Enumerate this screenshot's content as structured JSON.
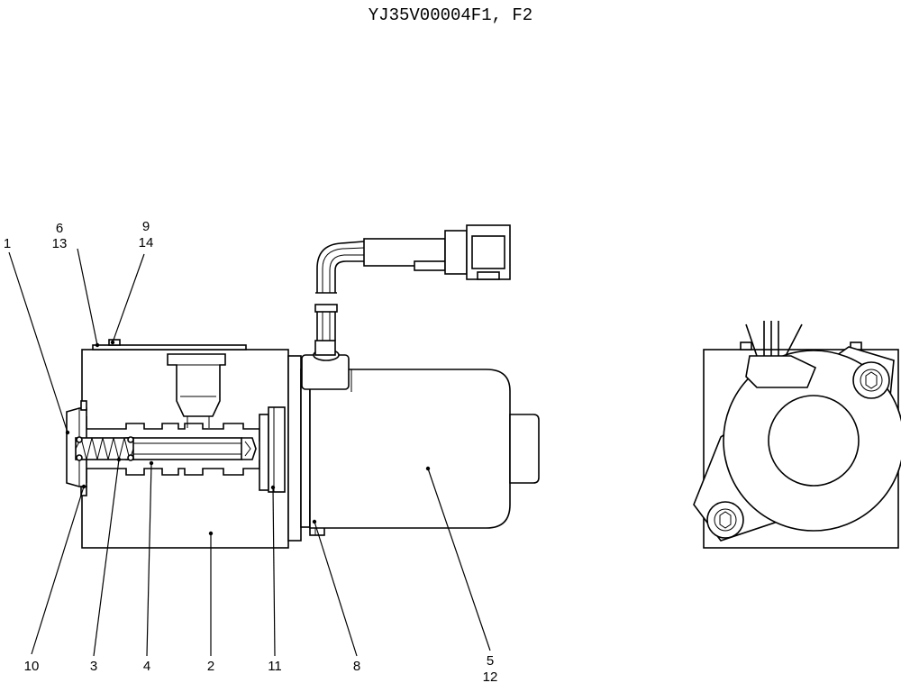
{
  "title": "YJ35V00004F1, F2",
  "callouts": {
    "c1": "1",
    "c2": "2",
    "c3": "3",
    "c4": "4",
    "c5": "5",
    "c6": "6",
    "c8": "8",
    "c9": "9",
    "c10": "10",
    "c11": "11",
    "c12": "12",
    "c13": "13",
    "c14": "14"
  }
}
